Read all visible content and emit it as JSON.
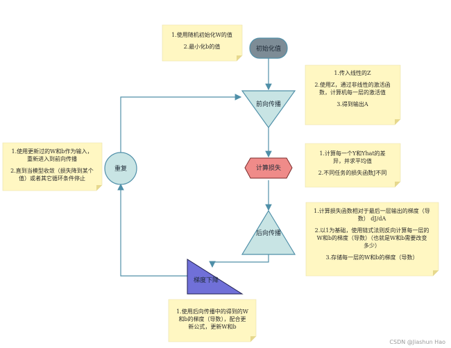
{
  "nodes": {
    "init": "初始化值",
    "forward": "前向传播",
    "loss": "计算损失",
    "backward": "后向传播",
    "descent": "梯度下降",
    "repeat": "重复"
  },
  "notes": {
    "init": [
      "1.使用随机初始化W的值",
      "",
      "2.最小化b的值"
    ],
    "forward": [
      "1.传入线性的Z",
      "",
      "2.使用Z，通过非线性的激活函",
      "数，计算机每一层的激活值",
      "",
      "3.得到输出A"
    ],
    "loss": [
      "1.计算每一个Y和Yhat的差",
      "异，并求平均值",
      "",
      "2.不同任务的损失函数J不同"
    ],
    "backward": [
      "1.计算损失函数相对于最后一层输出的梯度（导",
      "数） dJ/dA",
      "",
      "2.以1为基础，使用链式法则反向计算每一层的",
      "W和b的梯度（导数）（也就是W和b需要改变",
      "多少）",
      "",
      "3.存储每一层的W和b的梯度（导数）"
    ],
    "descent": [
      "1.使用后向传播中的得到的W",
      "和b的梯度（导数），配合更",
      "新公式，更新W和b"
    ],
    "repeat": [
      "1.使用更新过的W和b作为输入，",
      "重新进入到前向传播",
      "",
      "2.直到当模型收敛（损失降到某个",
      "值）或者其它循环条件停止"
    ]
  },
  "watermark": "CSDN @Jiashun Hao",
  "colors": {
    "note_fill": "#fff7c2",
    "note_fold": "#e6d88d",
    "init_fill": "#7d8c96",
    "blue_fill": "#c8e4e4",
    "loss_fill": "#ef8b89",
    "descent_fill": "#7070d8",
    "connector": "#4f8fa8"
  }
}
